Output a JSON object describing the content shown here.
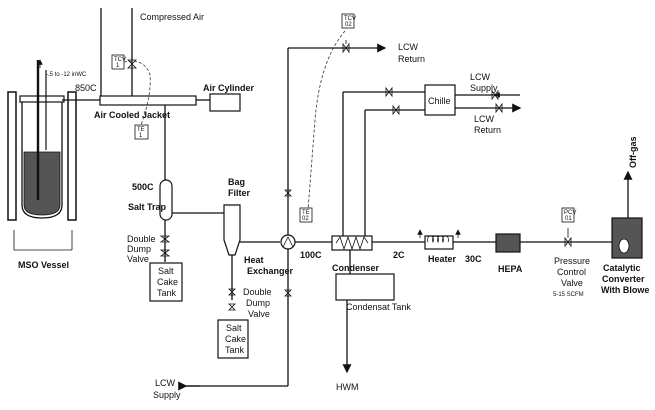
{
  "labels": {
    "compressed_air": "Compressed Air",
    "pressure_range": "-.5 to -12 inWC",
    "temp_850": "850C",
    "air_cylinder": "Air Cylinder",
    "air_cooled_jacket": "Air Cooled Jacket",
    "temp_500": "500C",
    "salt_trap": "Salt Trap",
    "bag_filter_1": "Bag",
    "bag_filter_2": "Filter",
    "ddv1_1": "Double",
    "ddv1_2": "Dump",
    "ddv1_3": "Valve",
    "sct1_1": "Salt",
    "sct1_2": "Cake",
    "sct1_3": "Tank",
    "mso_vessel": "MSO Vessel",
    "heat_exchanger_1": "Heat",
    "heat_exchanger_2": "Exchanger",
    "ddv2_1": "Double",
    "ddv2_2": "Dump",
    "ddv2_3": "Valve",
    "sct2_1": "Salt",
    "sct2_2": "Cake",
    "sct2_3": "Tank",
    "lcw_supply_bottom_1": "LCW",
    "lcw_supply_bottom_2": "Supply",
    "lcw_return_top_1": "LCW",
    "lcw_return_top_2": "Return",
    "chiller": "Chille",
    "lcw_supply_right_1": "LCW",
    "lcw_supply_right_2": "Supply",
    "lcw_return_right_1": "LCW",
    "lcw_return_right_2": "Return",
    "temp_100": "100C",
    "condenser": "Condenser",
    "temp_2": "2C",
    "heater": "Heater",
    "temp_30": "30C",
    "hepa": "HEPA",
    "pcv_1": "Pressure",
    "pcv_2": "Control",
    "pcv_3": "Valve",
    "scfm": "5-15 SCFM",
    "cat_1": "Catalytic",
    "cat_2": "Converter",
    "cat_3": "With Blowe",
    "off_gas": "Off-gas",
    "condensate_tank": "Condensat Tank",
    "hwm": "HWM"
  },
  "instruments": {
    "tcv_top_1": "TCV",
    "tcv_top_2": "02",
    "tcv_left_1": "TCV",
    "tcv_left_2": "1",
    "te_left_1": "TE",
    "te_left_2": "1",
    "te_mid_1": "TE",
    "te_mid_2": "02",
    "pcv_1": "PCV",
    "pcv_2": "01"
  }
}
